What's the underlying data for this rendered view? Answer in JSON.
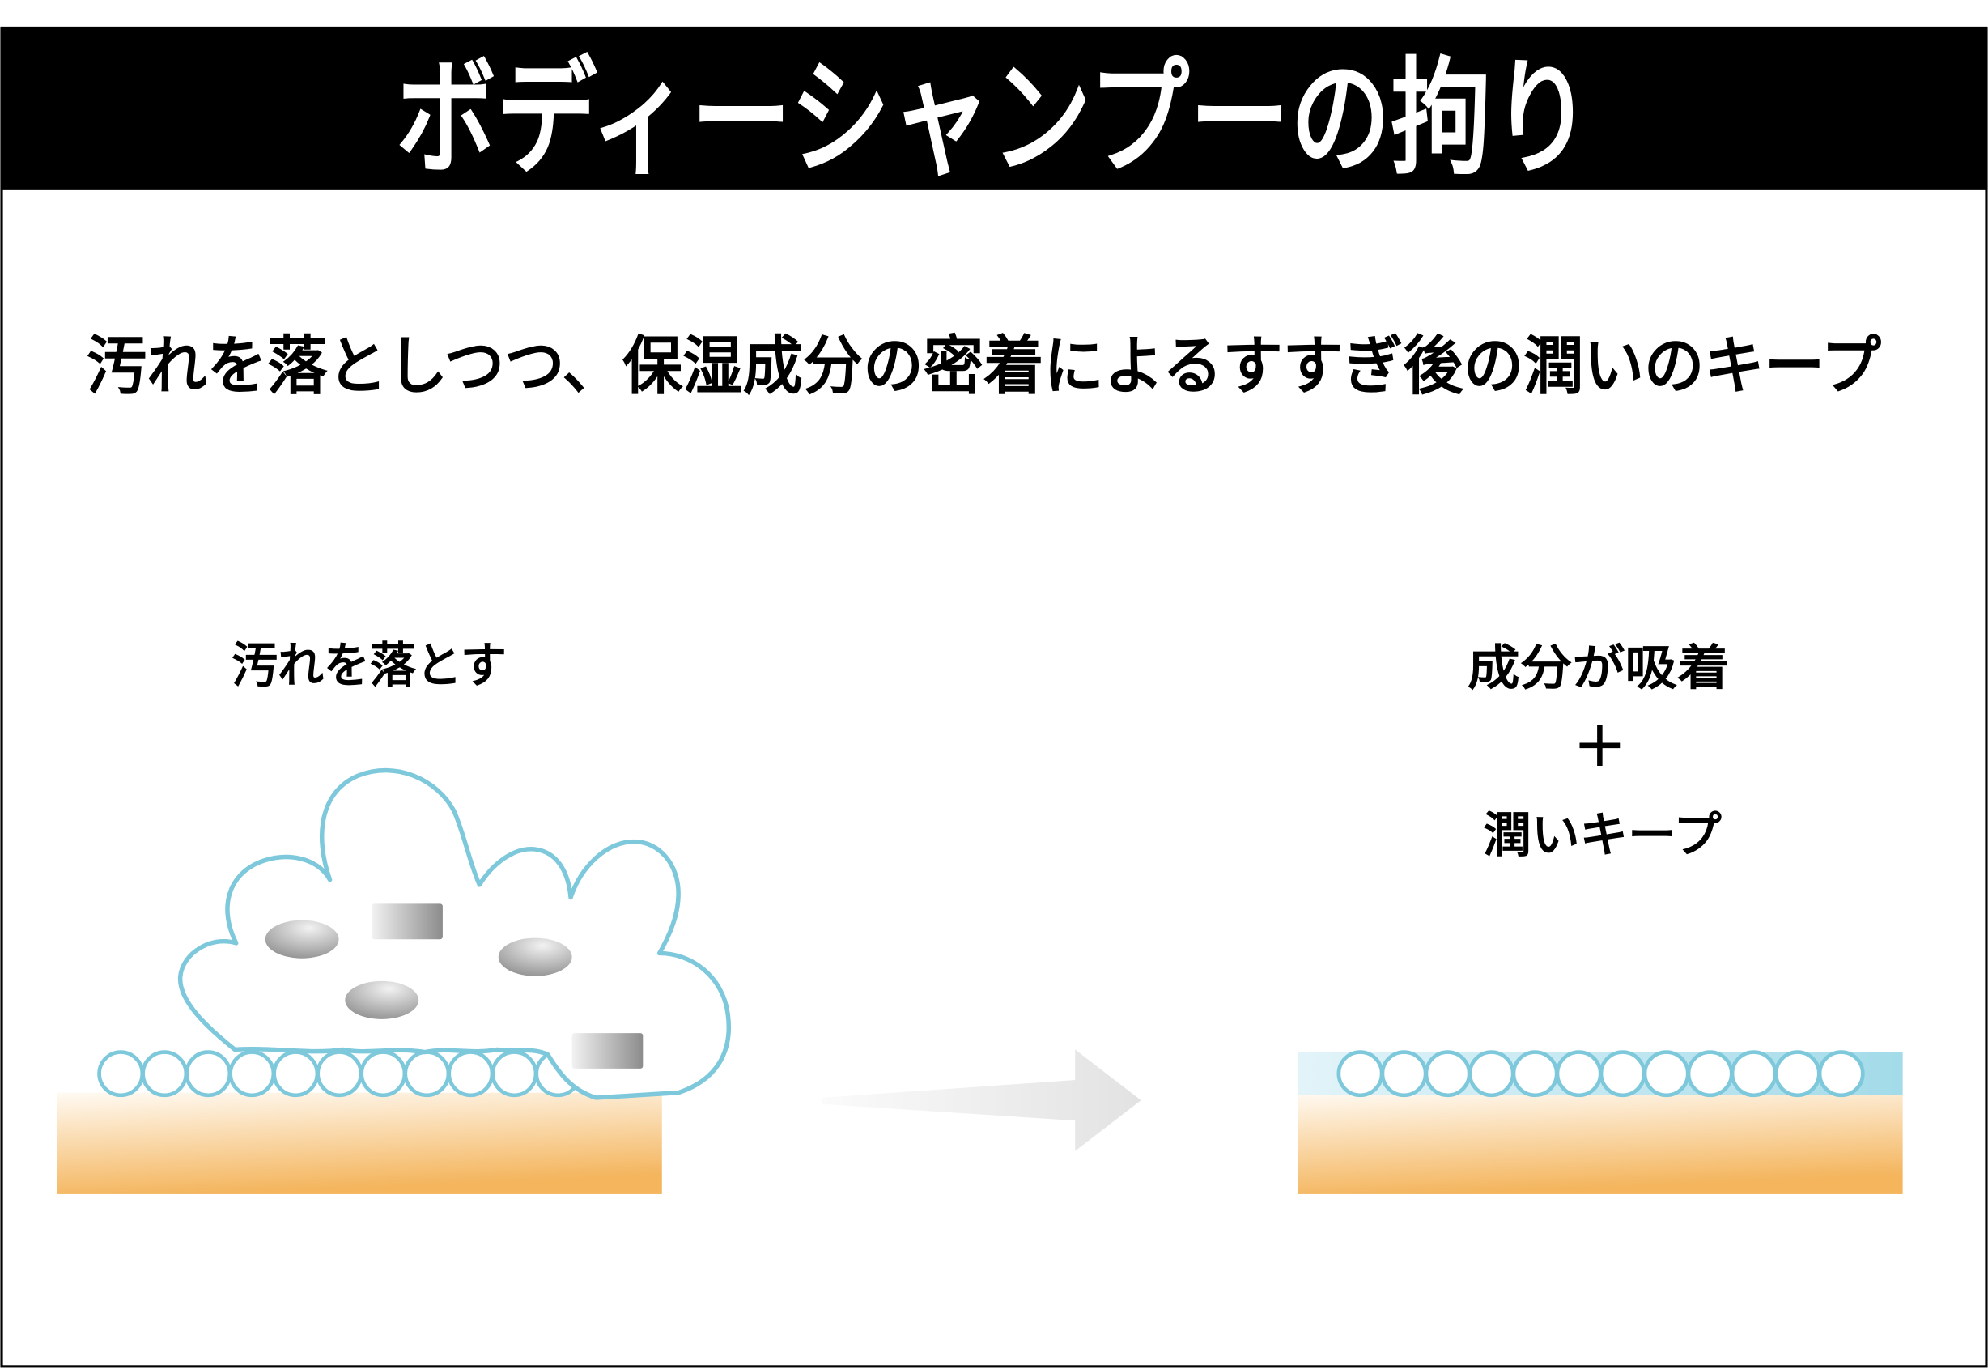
{
  "header": {
    "title": "ボディーシャンプーの拘り"
  },
  "subtitle": "汚れを落としつつ、保湿成分の密着によるすすぎ後の潤いのキープ",
  "before": {
    "label": "汚れを落とす"
  },
  "after": {
    "label_lines": [
      "成分が吸着",
      "＋",
      "潤いキープ"
    ]
  },
  "colors": {
    "header_bg": "#000000",
    "title_text": "#ffffff",
    "text": "#000000",
    "foam_outline": "#7ec8dc",
    "skin_top": "#fffaf3",
    "skin_bottom": "#f4b55d",
    "moisture_left": "#e3f4f9",
    "moisture_right": "#a3dbe9",
    "arrow_light": "#fbfbfb",
    "arrow_dark": "#e2e2e2",
    "dirt_light": "#f2f2f2",
    "dirt_dark": "#8c8c8c"
  }
}
